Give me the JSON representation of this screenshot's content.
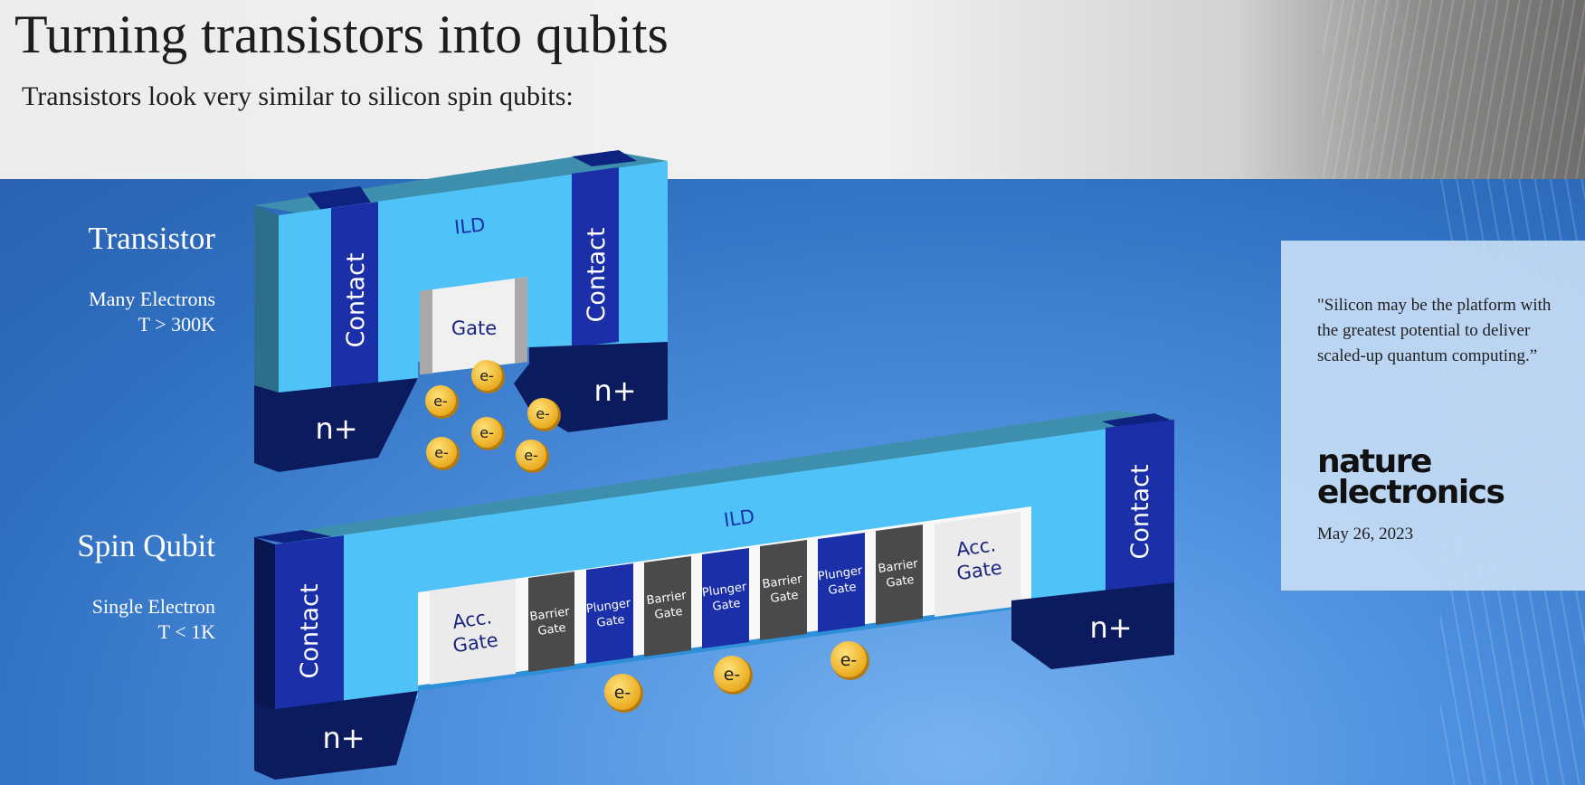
{
  "title": "Turning transistors into qubits",
  "subtitle": "Transistors look very similar to silicon spin qubits:",
  "transistor": {
    "heading": "Transistor",
    "line1": "Many Electrons",
    "line2": "T > 300K",
    "ild_label": "ILD",
    "contact_left": "Contact",
    "contact_right": "Contact",
    "gate_label": "Gate",
    "n_left": "n+",
    "n_right": "n+",
    "electrons": [
      "e-",
      "e-",
      "e-",
      "e-",
      "e-",
      "e-"
    ]
  },
  "qubit": {
    "heading": "Spin Qubit",
    "line1": "Single Electron",
    "line2": "T < 1K",
    "ild_label": "ILD",
    "contact_left": "Contact",
    "contact_right": "Contact",
    "n_left": "n+",
    "n_right": "n+",
    "acc_gate_line1": "Acc.",
    "acc_gate_line2": "Gate",
    "barrier_line1": "Barrier",
    "plunger_line1": "Plunger",
    "gate_word": "Gate",
    "electrons": [
      "e-",
      "e-",
      "e-"
    ]
  },
  "quote": {
    "text": "\"Silicon may be the platform with the greatest potential to deliver scaled-up quantum computing.”",
    "logo_line1": "nature",
    "logo_line2": "electronics",
    "date": "May 26, 2023"
  },
  "colors": {
    "ild": "#4fc3f7",
    "contact": "#1a2fa8",
    "nplus": "#0c1a5e",
    "barrier_gate": "#4a4a4a",
    "plunger_gate": "#1a2fa8",
    "acc_gate": "#ebebeb",
    "electron": "#f5c031"
  }
}
